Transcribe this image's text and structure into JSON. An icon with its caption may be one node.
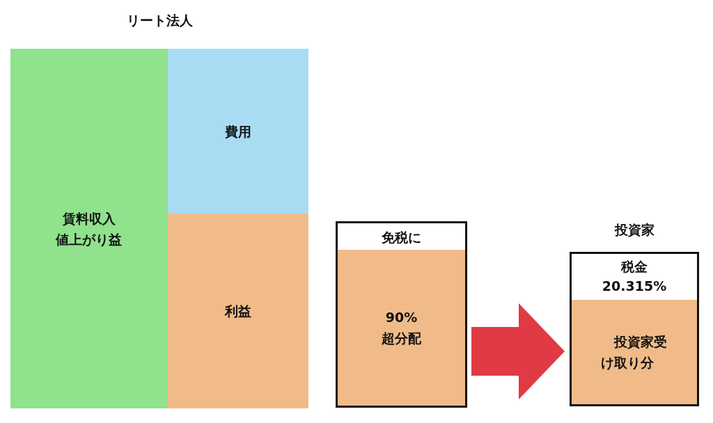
{
  "diagram": {
    "nodes": [
      {
        "text": [
          "リート法人"
        ]
      },
      {
        "text": [
          "賃料収入値上がり益"
        ],
        "in": 0
      },
      {
        "text": [
          "費用"
        ],
        "in": 0
      },
      {
        "text": [
          "利益"
        ],
        "in": 0
      },
      {
        "text": [
          "免税に"
        ]
      },
      {
        "text": [
          "90%超分配"
        ],
        "in": 4
      },
      {
        "text": [
          "投資家",
          "税金20.315%"
        ]
      },
      {
        "text": [
          "投資家受け取り分"
        ],
        "in": 6
      }
    ],
    "edges": [
      {
        "from": 4,
        "to": 6,
        "arrow": "to"
      }
    ]
  }
}
